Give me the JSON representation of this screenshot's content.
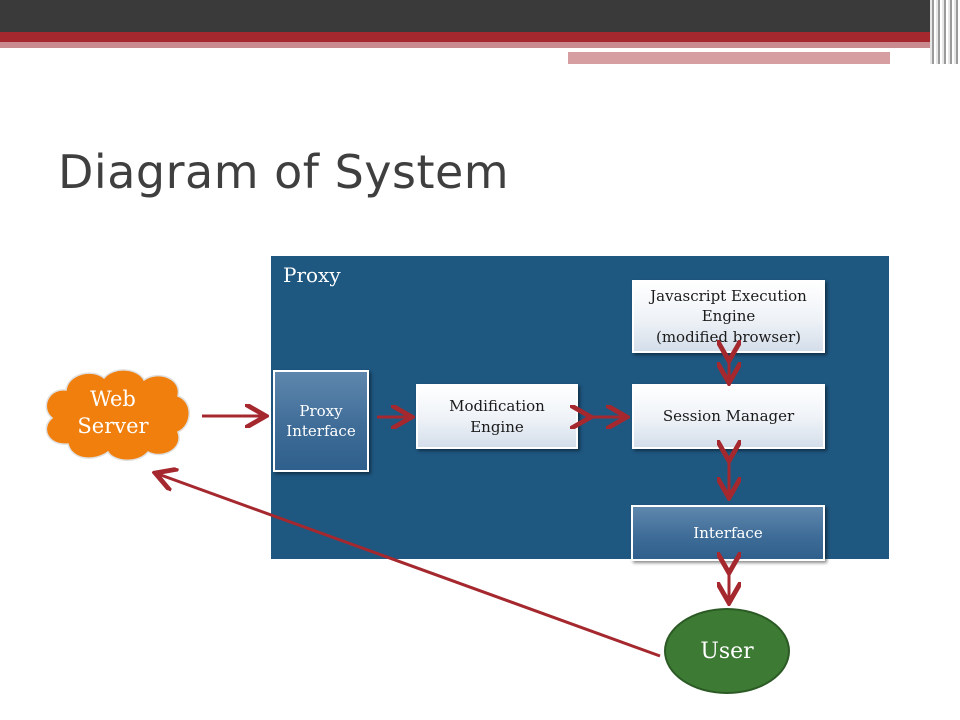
{
  "slide": {
    "title": "Diagram of System"
  },
  "diagram": {
    "container_label": "Proxy",
    "nodes": {
      "web_server": {
        "line1": "Web",
        "line2": "Server",
        "color": "#f07f0d"
      },
      "proxy_interface": {
        "line1": "Proxy",
        "line2": "Interface"
      },
      "modification_engine": {
        "line1": "Modification",
        "line2": "Engine"
      },
      "js_engine": {
        "line1": "Javascript Execution",
        "line2": "Engine",
        "line3": "(modified browser)"
      },
      "session_manager": {
        "label": "Session Manager"
      },
      "interface": {
        "label": "Interface"
      },
      "user": {
        "label": "User",
        "color": "#3d7a34"
      }
    },
    "colors": {
      "proxy_background": "#1e5780",
      "arrow": "#a5282e"
    }
  }
}
